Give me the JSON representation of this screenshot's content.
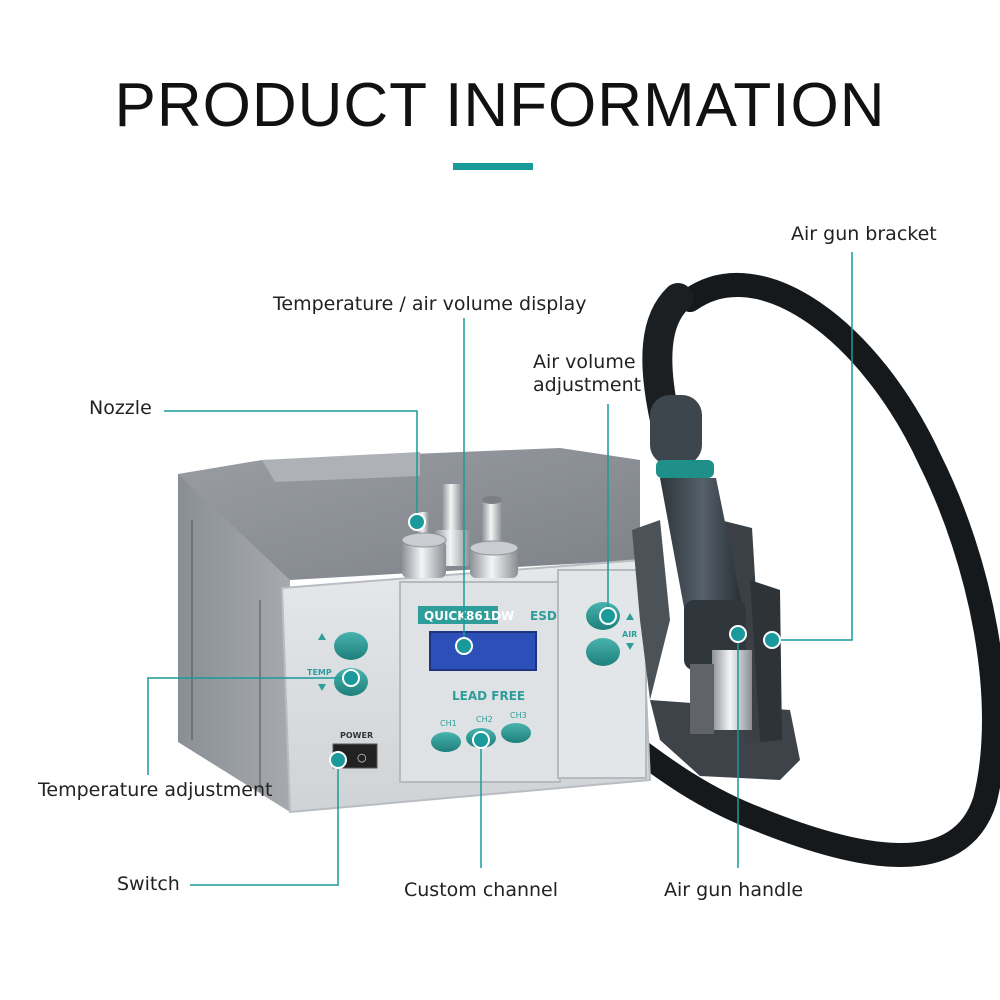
{
  "title": "PRODUCT INFORMATION",
  "accent_color": "#1a9a9a",
  "labels": {
    "air_gun_bracket": "Air gun bracket",
    "display": "Temperature / air volume display",
    "air_volume_line1": "Air volume",
    "air_volume_line2": "adjustment",
    "nozzle": "Nozzle",
    "temperature_adjustment": "Temperature adjustment",
    "switch": "Switch",
    "custom_channel": "Custom channel",
    "air_gun_handle": "Air gun handle"
  },
  "device": {
    "brand": "QUICK",
    "model": "861DW",
    "esd": "ESD",
    "lead_free": "LEAD FREE",
    "temp": "TEMP",
    "air": "AIR",
    "power": "POWER",
    "channels": [
      "CH1",
      "CH2",
      "CH3"
    ]
  }
}
